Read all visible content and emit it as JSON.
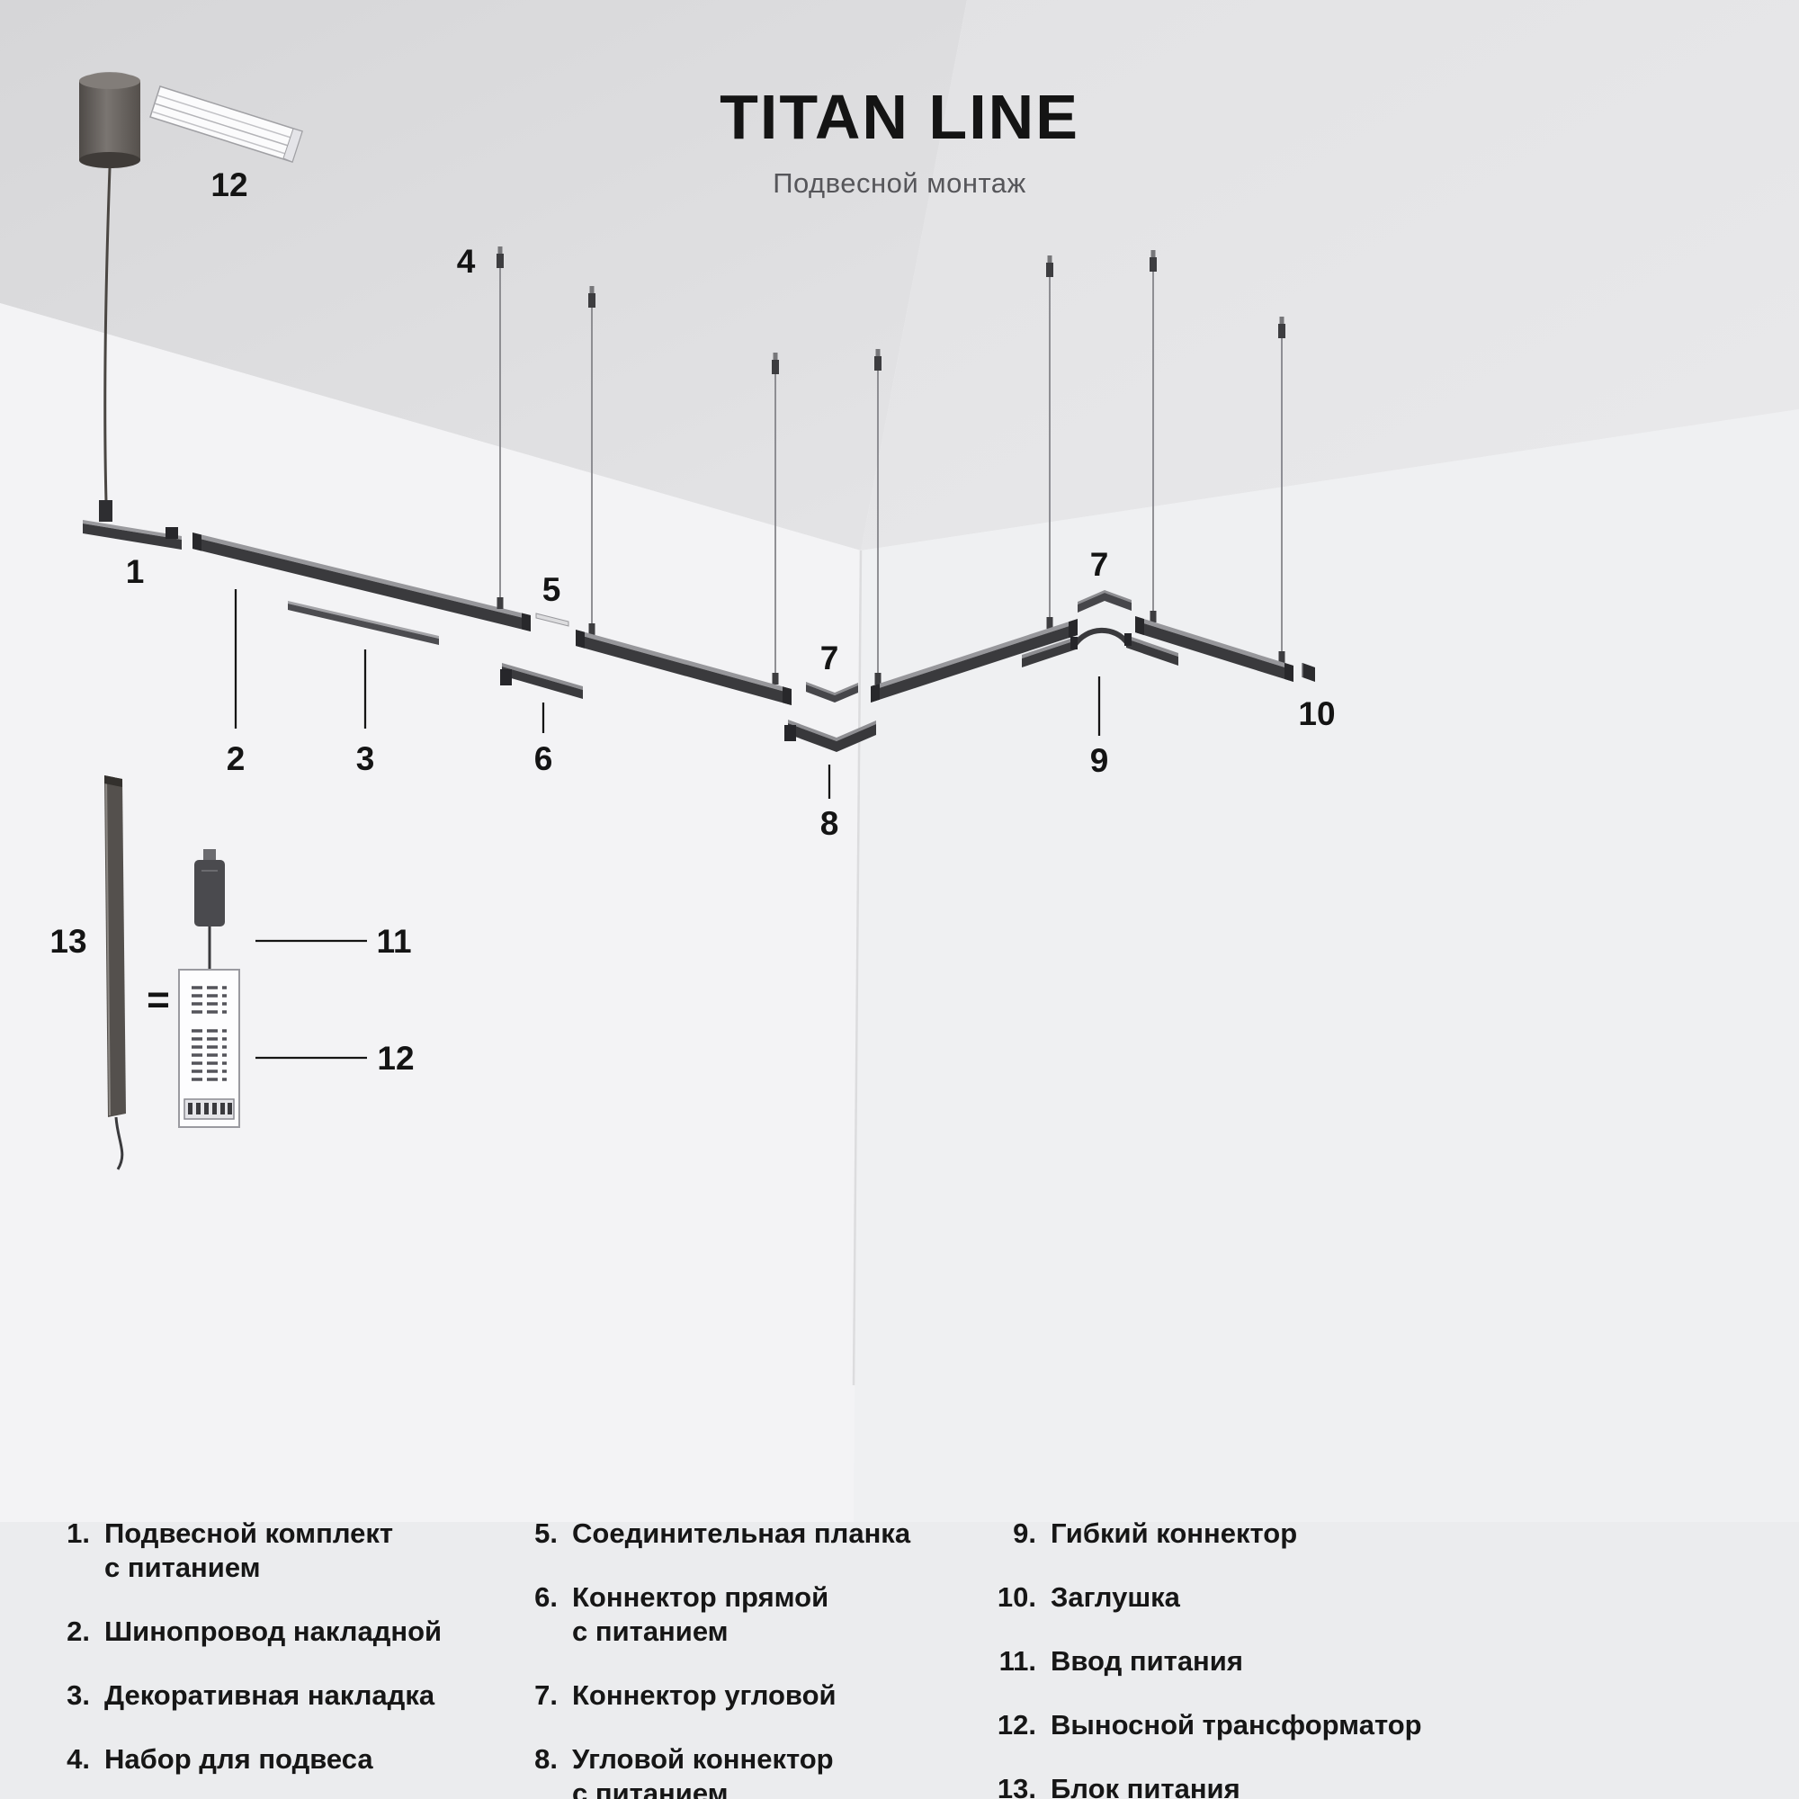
{
  "header": {
    "title": "TITAN LINE",
    "subtitle": "Подвесной монтаж"
  },
  "callouts": {
    "n1": "1",
    "n2": "2",
    "n3": "3",
    "n4": "4",
    "n5": "5",
    "n6": "6",
    "n7a": "7",
    "n7b": "7",
    "n8": "8",
    "n9": "9",
    "n10": "10",
    "n11": "11",
    "n12profile": "12",
    "n12psu": "12",
    "n13": "13",
    "equals": "="
  },
  "legend": {
    "col1": [
      {
        "num": "1.",
        "line1": "Подвесной комплект",
        "line2": "с питанием"
      },
      {
        "num": "2.",
        "line1": "Шинопровод накладной",
        "line2": ""
      },
      {
        "num": "3.",
        "line1": "Декоративная накладка",
        "line2": ""
      },
      {
        "num": "4.",
        "line1": "Набор для подвеса",
        "line2": ""
      }
    ],
    "col2": [
      {
        "num": "5.",
        "line1": "Соединительная планка",
        "line2": ""
      },
      {
        "num": "6.",
        "line1": "Коннектор прямой",
        "line2": "с питанием"
      },
      {
        "num": "7.",
        "line1": "Коннектор угловой",
        "line2": ""
      },
      {
        "num": "8.",
        "line1": "Угловой коннектор",
        "line2": "с питанием"
      }
    ],
    "col3": [
      {
        "num": "9.",
        "line1": "Гибкий коннектор",
        "line2": ""
      },
      {
        "num": "10.",
        "line1": "Заглушка",
        "line2": ""
      },
      {
        "num": "11.",
        "line1": "Ввод питания",
        "line2": ""
      },
      {
        "num": "12.",
        "line1": "Выносной трансформатор",
        "line2": ""
      },
      {
        "num": "13.",
        "line1": "Блок питания",
        "line2": ""
      }
    ]
  },
  "colors": {
    "track_dark": "#3a3a3d",
    "track_top": "#97979b",
    "ceiling_left": "#dddddf",
    "ceiling_right": "#e6e6e8",
    "wall_left": "#f3f3f5",
    "wall_right": "#eff0f2",
    "legend_bg": "#ebecee",
    "text": "#141414",
    "subtitle_text": "#56565a"
  }
}
